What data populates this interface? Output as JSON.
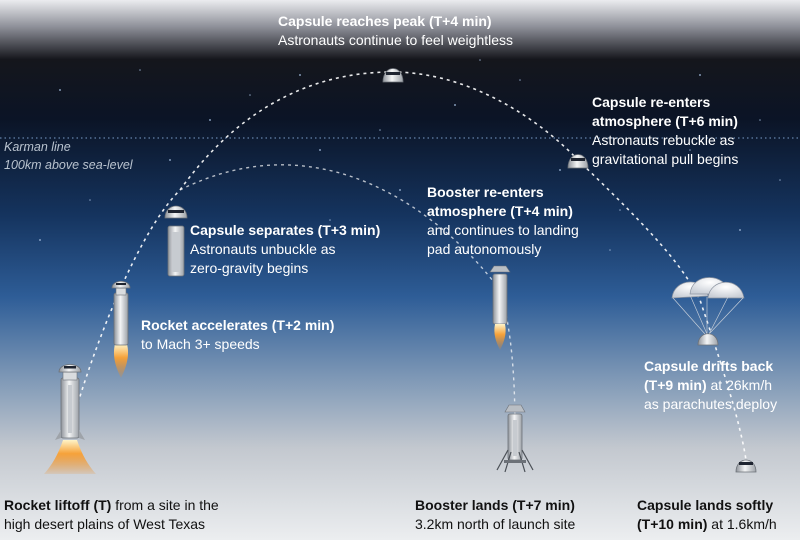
{
  "karman": {
    "line1": "Karman line",
    "line2": "100km above sea-level"
  },
  "labels": {
    "peak": {
      "title": "Capsule reaches peak (T+4 min)",
      "desc": "Astronauts continue to feel weightless"
    },
    "reenter_capsule": {
      "title1": "Capsule re-enters",
      "title2": "atmosphere (T+6 min)",
      "desc1": "Astronauts rebuckle as",
      "desc2": "gravitational pull begins"
    },
    "separate": {
      "title": "Capsule separates (T+3 min)",
      "desc1": "Astronauts unbuckle as",
      "desc2": "zero-gravity begins"
    },
    "booster_reenter": {
      "title1": "Booster re-enters",
      "title2": "atmosphere (T+4 min)",
      "desc1": "and continues to landing",
      "desc2": "pad autonomously"
    },
    "accelerate": {
      "title": "Rocket accelerates (T+2 min)",
      "desc": "to Mach 3+ speeds"
    },
    "drift": {
      "title1": "Capsule drifts back",
      "title2": "(T+9 min)",
      "desc1": " at 26km/h",
      "desc2": "as parachutes deploy"
    },
    "liftoff": {
      "title": "Rocket liftoff (T)",
      "desc1": " from a site in the",
      "desc2": "high desert plains of West Texas"
    },
    "booster_lands": {
      "title": "Booster lands (T+7 min)",
      "desc": "3.2km north of launch site"
    },
    "capsule_lands": {
      "title": "Capsule lands softly",
      "title2": "(T+10 min)",
      "desc": " at 1.6km/h"
    }
  },
  "colors": {
    "sky_top": "#0d0e14",
    "sky_mid": "#1c4a86",
    "horizon": "#c6cad0",
    "ground": "#eceef0",
    "flame": "#f08a1c"
  }
}
